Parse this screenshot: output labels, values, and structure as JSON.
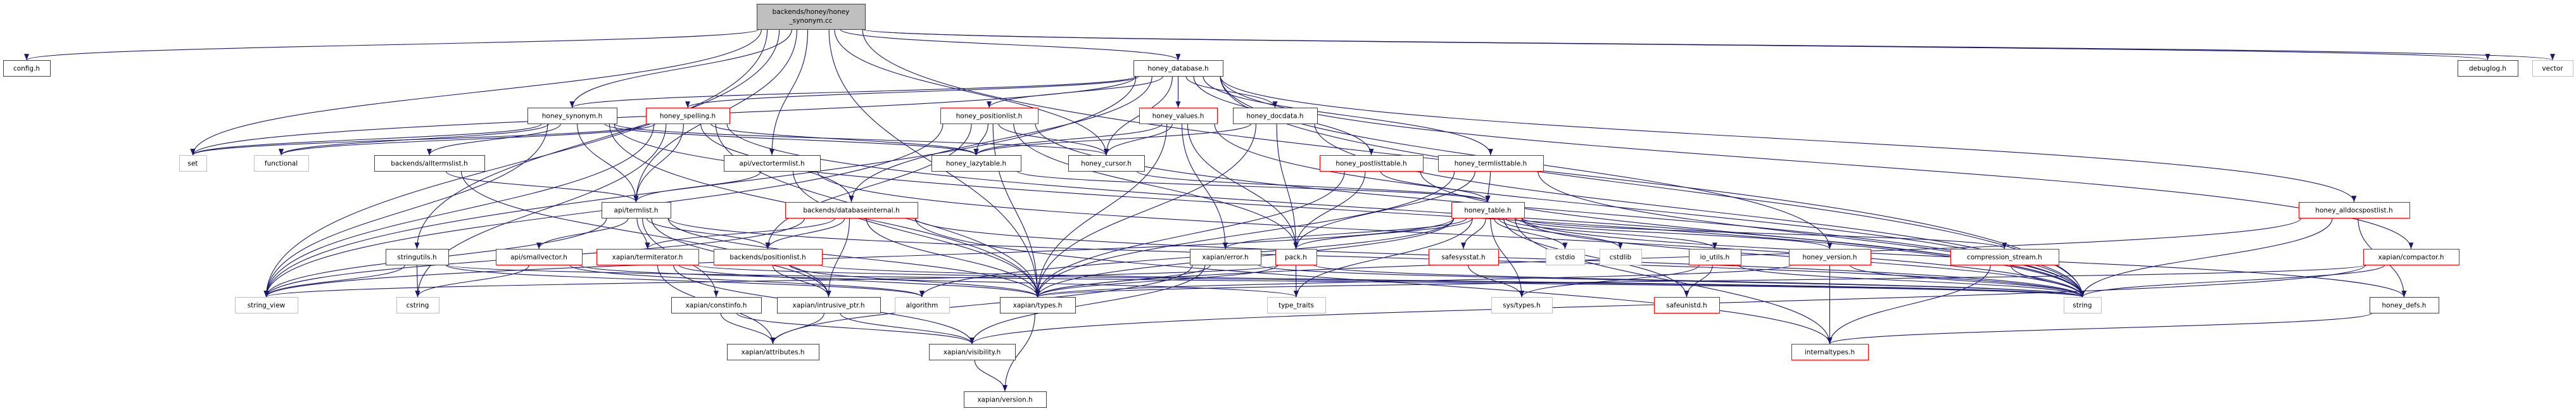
{
  "colors": {
    "edge": "#191970",
    "documented_border": "#404040",
    "truncated_border": "#ff0000",
    "external_border": "#bfbfbf",
    "root_fill": "#bfbfbf",
    "node_fill": "#ffffff"
  },
  "graph": {
    "root": {
      "id": "root",
      "label_lines": [
        "backends/honey/honey",
        "_synonym.cc"
      ],
      "style": "root"
    },
    "nodes": [
      {
        "id": "config",
        "label": "config.h",
        "style": "documented"
      },
      {
        "id": "honey_database",
        "label": "honey_database.h",
        "style": "documented"
      },
      {
        "id": "debuglog",
        "label": "debuglog.h",
        "style": "documented"
      },
      {
        "id": "vector",
        "label": "vector",
        "style": "external"
      },
      {
        "id": "honey_synonym_h",
        "label": "honey_synonym.h",
        "style": "documented"
      },
      {
        "id": "honey_spelling",
        "label": "honey_spelling.h",
        "style": "truncated"
      },
      {
        "id": "honey_positionlist",
        "label": "honey_positionlist.h",
        "style": "truncated"
      },
      {
        "id": "honey_values",
        "label": "honey_values.h",
        "style": "truncated"
      },
      {
        "id": "honey_docdata",
        "label": "honey_docdata.h",
        "style": "documented"
      },
      {
        "id": "set",
        "label": "set",
        "style": "external"
      },
      {
        "id": "functional",
        "label": "functional",
        "style": "external"
      },
      {
        "id": "alltermslist",
        "label": "backends/alltermslist.h",
        "style": "documented"
      },
      {
        "id": "vectortermlist",
        "label": "api/vectortermlist.h",
        "style": "documented"
      },
      {
        "id": "honey_lazytable",
        "label": "honey_lazytable.h",
        "style": "documented"
      },
      {
        "id": "honey_cursor",
        "label": "honey_cursor.h",
        "style": "documented"
      },
      {
        "id": "honey_postlisttable",
        "label": "honey_postlisttable.h",
        "style": "truncated"
      },
      {
        "id": "honey_termlisttable",
        "label": "honey_termlisttable.h",
        "style": "truncated"
      },
      {
        "id": "termlist",
        "label": "api/termlist.h",
        "style": "documented"
      },
      {
        "id": "databaseinternal",
        "label": "backends/databaseinternal.h",
        "style": "truncated"
      },
      {
        "id": "honey_table",
        "label": "honey_table.h",
        "style": "truncated"
      },
      {
        "id": "honey_alldocspostlist",
        "label": "honey_alldocspostlist.h",
        "style": "truncated"
      },
      {
        "id": "stringutils",
        "label": "stringutils.h",
        "style": "documented"
      },
      {
        "id": "smallvector",
        "label": "api/smallvector.h",
        "style": "truncated"
      },
      {
        "id": "termiterator",
        "label": "xapian/termiterator.h",
        "style": "truncated"
      },
      {
        "id": "positionlist",
        "label": "backends/positionlist.h",
        "style": "truncated"
      },
      {
        "id": "xerror",
        "label": "xapian/error.h",
        "style": "documented"
      },
      {
        "id": "pack",
        "label": "pack.h",
        "style": "truncated"
      },
      {
        "id": "safesysstat",
        "label": "safesysstat.h",
        "style": "truncated"
      },
      {
        "id": "cstdio",
        "label": "cstdio",
        "style": "external"
      },
      {
        "id": "cstdlib",
        "label": "cstdlib",
        "style": "external"
      },
      {
        "id": "io_utils",
        "label": "io_utils.h",
        "style": "truncated"
      },
      {
        "id": "honey_version",
        "label": "honey_version.h",
        "style": "truncated"
      },
      {
        "id": "compression_stream",
        "label": "compression_stream.h",
        "style": "truncated"
      },
      {
        "id": "compactor",
        "label": "xapian/compactor.h",
        "style": "truncated"
      },
      {
        "id": "string_view",
        "label": "string_view",
        "style": "external"
      },
      {
        "id": "cstring",
        "label": "cstring",
        "style": "external"
      },
      {
        "id": "algorithm",
        "label": "algorithm",
        "style": "external"
      },
      {
        "id": "xtypes",
        "label": "xapian/types.h",
        "style": "documented"
      },
      {
        "id": "type_traits",
        "label": "type_traits",
        "style": "external"
      },
      {
        "id": "sys_types",
        "label": "sys/types.h",
        "style": "external"
      },
      {
        "id": "safeunistd",
        "label": "safeunistd.h",
        "style": "truncated"
      },
      {
        "id": "string",
        "label": "string",
        "style": "external"
      },
      {
        "id": "honey_defs",
        "label": "honey_defs.h",
        "style": "documented"
      },
      {
        "id": "constinfo",
        "label": "xapian/constinfo.h",
        "style": "documented"
      },
      {
        "id": "intrusive_ptr",
        "label": "xapian/intrusive_ptr.h",
        "style": "documented"
      },
      {
        "id": "attributes",
        "label": "xapian/attributes.h",
        "style": "documented"
      },
      {
        "id": "visibility",
        "label": "xapian/visibility.h",
        "style": "documented"
      },
      {
        "id": "internaltypes",
        "label": "internaltypes.h",
        "style": "truncated"
      },
      {
        "id": "version",
        "label": "xapian/version.h",
        "style": "documented"
      }
    ],
    "edges": [
      [
        "root",
        "config"
      ],
      [
        "root",
        "honey_database"
      ],
      [
        "root",
        "debuglog"
      ],
      [
        "root",
        "vector"
      ],
      [
        "root",
        "honey_synonym_h"
      ],
      [
        "root",
        "vectortermlist"
      ],
      [
        "root",
        "honey_cursor"
      ],
      [
        "root",
        "stringutils"
      ],
      [
        "root",
        "string_view"
      ],
      [
        "root",
        "set"
      ],
      [
        "root",
        "string"
      ],
      [
        "root",
        "xtypes"
      ],
      [
        "root",
        "termlist"
      ],
      [
        "honey_database",
        "honey_synonym_h"
      ],
      [
        "honey_database",
        "honey_spelling"
      ],
      [
        "honey_database",
        "honey_positionlist"
      ],
      [
        "honey_database",
        "honey_values"
      ],
      [
        "honey_database",
        "honey_docdata"
      ],
      [
        "honey_database",
        "honey_postlisttable"
      ],
      [
        "honey_database",
        "honey_termlisttable"
      ],
      [
        "honey_database",
        "honey_alldocspostlist"
      ],
      [
        "honey_database",
        "honey_version"
      ],
      [
        "honey_database",
        "compactor"
      ],
      [
        "honey_database",
        "honey_cursor"
      ],
      [
        "honey_database",
        "set"
      ],
      [
        "honey_database",
        "string_view"
      ],
      [
        "honey_database",
        "string"
      ],
      [
        "honey_database",
        "databaseinternal"
      ],
      [
        "honey_synonym_h",
        "termlist"
      ],
      [
        "honey_synonym_h",
        "alltermslist"
      ],
      [
        "honey_synonym_h",
        "honey_lazytable"
      ],
      [
        "honey_synonym_h",
        "honey_cursor"
      ],
      [
        "honey_synonym_h",
        "set"
      ],
      [
        "honey_synonym_h",
        "functional"
      ],
      [
        "honey_synonym_h",
        "string"
      ],
      [
        "honey_synonym_h",
        "string_view"
      ],
      [
        "honey_synonym_h",
        "xtypes"
      ],
      [
        "honey_spelling",
        "honey_lazytable"
      ],
      [
        "honey_spelling",
        "termlist"
      ],
      [
        "honey_spelling",
        "databaseinternal"
      ],
      [
        "honey_spelling",
        "set"
      ],
      [
        "honey_spelling",
        "functional"
      ],
      [
        "honey_spelling",
        "string"
      ],
      [
        "honey_spelling",
        "string_view"
      ],
      [
        "honey_spelling",
        "xtypes"
      ],
      [
        "honey_spelling",
        "cstring"
      ],
      [
        "honey_positionlist",
        "honey_lazytable"
      ],
      [
        "honey_positionlist",
        "honey_cursor"
      ],
      [
        "honey_positionlist",
        "pack"
      ],
      [
        "honey_positionlist",
        "xtypes"
      ],
      [
        "honey_positionlist",
        "positionlist"
      ],
      [
        "honey_positionlist",
        "string"
      ],
      [
        "honey_positionlist",
        "string_view"
      ],
      [
        "honey_values",
        "honey_cursor"
      ],
      [
        "honey_values",
        "honey_lazytable"
      ],
      [
        "honey_values",
        "pack"
      ],
      [
        "honey_values",
        "xerror"
      ],
      [
        "honey_values",
        "xtypes"
      ],
      [
        "honey_values",
        "string"
      ],
      [
        "honey_docdata",
        "honey_lazytable"
      ],
      [
        "honey_docdata",
        "pack"
      ],
      [
        "honey_docdata",
        "xtypes"
      ],
      [
        "honey_docdata",
        "string"
      ],
      [
        "honey_lazytable",
        "honey_table"
      ],
      [
        "honey_cursor",
        "honey_table"
      ],
      [
        "honey_postlisttable",
        "honey_table"
      ],
      [
        "honey_postlisttable",
        "pack"
      ],
      [
        "honey_postlisttable",
        "xtypes"
      ],
      [
        "honey_postlisttable",
        "string"
      ],
      [
        "honey_termlisttable",
        "honey_table"
      ],
      [
        "honey_termlisttable",
        "pack"
      ],
      [
        "honey_termlisttable",
        "xtypes"
      ],
      [
        "honey_termlisttable",
        "string"
      ],
      [
        "honey_alldocspostlist",
        "honey_defs"
      ],
      [
        "honey_alldocspostlist",
        "string"
      ],
      [
        "honey_alldocspostlist",
        "xtypes"
      ],
      [
        "honey_table",
        "pack"
      ],
      [
        "honey_table",
        "safesysstat"
      ],
      [
        "honey_table",
        "cstdio"
      ],
      [
        "honey_table",
        "cstdlib"
      ],
      [
        "honey_table",
        "io_utils"
      ],
      [
        "honey_table",
        "sys_types"
      ],
      [
        "honey_table",
        "safeunistd"
      ],
      [
        "honey_table",
        "honey_version"
      ],
      [
        "honey_table",
        "compression_stream"
      ],
      [
        "honey_table",
        "string"
      ],
      [
        "honey_table",
        "string_view"
      ],
      [
        "honey_table",
        "algorithm"
      ],
      [
        "honey_table",
        "xerror"
      ],
      [
        "honey_table",
        "xtypes"
      ],
      [
        "honey_table",
        "type_traits"
      ],
      [
        "honey_table",
        "internaltypes"
      ],
      [
        "honey_table",
        "honey_defs"
      ],
      [
        "alltermslist",
        "termlist"
      ],
      [
        "alltermslist",
        "intrusive_ptr"
      ],
      [
        "vectortermlist",
        "termlist"
      ],
      [
        "vectortermlist",
        "string"
      ],
      [
        "vectortermlist",
        "xtypes"
      ],
      [
        "termlist",
        "smallvector"
      ],
      [
        "termlist",
        "termiterator"
      ],
      [
        "termlist",
        "positionlist"
      ],
      [
        "termlist",
        "intrusive_ptr"
      ],
      [
        "termlist",
        "xtypes"
      ],
      [
        "termlist",
        "string"
      ],
      [
        "termlist",
        "string_view"
      ],
      [
        "termlist",
        "constinfo"
      ],
      [
        "databaseinternal",
        "termiterator"
      ],
      [
        "databaseinternal",
        "positionlist"
      ],
      [
        "databaseinternal",
        "intrusive_ptr"
      ],
      [
        "databaseinternal",
        "xtypes"
      ],
      [
        "databaseinternal",
        "string"
      ],
      [
        "databaseinternal",
        "string_view"
      ],
      [
        "databaseinternal",
        "internaltypes"
      ],
      [
        "smallvector",
        "algorithm"
      ],
      [
        "smallvector",
        "cstring"
      ],
      [
        "smallvector",
        "type_traits"
      ],
      [
        "termiterator",
        "attributes"
      ],
      [
        "termiterator",
        "xtypes"
      ],
      [
        "termiterator",
        "visibility"
      ],
      [
        "termiterator",
        "string"
      ],
      [
        "positionlist",
        "intrusive_ptr"
      ],
      [
        "positionlist",
        "xtypes"
      ],
      [
        "positionlist",
        "string"
      ],
      [
        "stringutils",
        "string"
      ],
      [
        "stringutils",
        "string_view"
      ],
      [
        "stringutils",
        "cstring"
      ],
      [
        "stringutils",
        "algorithm"
      ],
      [
        "constinfo",
        "attributes"
      ],
      [
        "constinfo",
        "visibility"
      ],
      [
        "intrusive_ptr",
        "attributes"
      ],
      [
        "intrusive_ptr",
        "visibility"
      ],
      [
        "xtypes",
        "version"
      ],
      [
        "visibility",
        "version"
      ],
      [
        "xerror",
        "attributes"
      ],
      [
        "xerror",
        "visibility"
      ],
      [
        "xerror",
        "string"
      ],
      [
        "xerror",
        "xtypes"
      ],
      [
        "pack",
        "type_traits"
      ],
      [
        "pack",
        "string"
      ],
      [
        "pack",
        "string_view"
      ],
      [
        "pack",
        "xtypes"
      ],
      [
        "safesysstat",
        "sys_types"
      ],
      [
        "io_utils",
        "safeunistd"
      ],
      [
        "io_utils",
        "sys_types"
      ],
      [
        "io_utils",
        "string"
      ],
      [
        "honey_version",
        "internaltypes"
      ],
      [
        "honey_version",
        "string"
      ],
      [
        "honey_version",
        "xtypes"
      ],
      [
        "compression_stream",
        "internaltypes"
      ],
      [
        "compression_stream",
        "string"
      ],
      [
        "compactor",
        "string"
      ],
      [
        "compactor",
        "visibility"
      ],
      [
        "compactor",
        "xtypes"
      ],
      [
        "honey_defs",
        "internaltypes"
      ]
    ]
  }
}
